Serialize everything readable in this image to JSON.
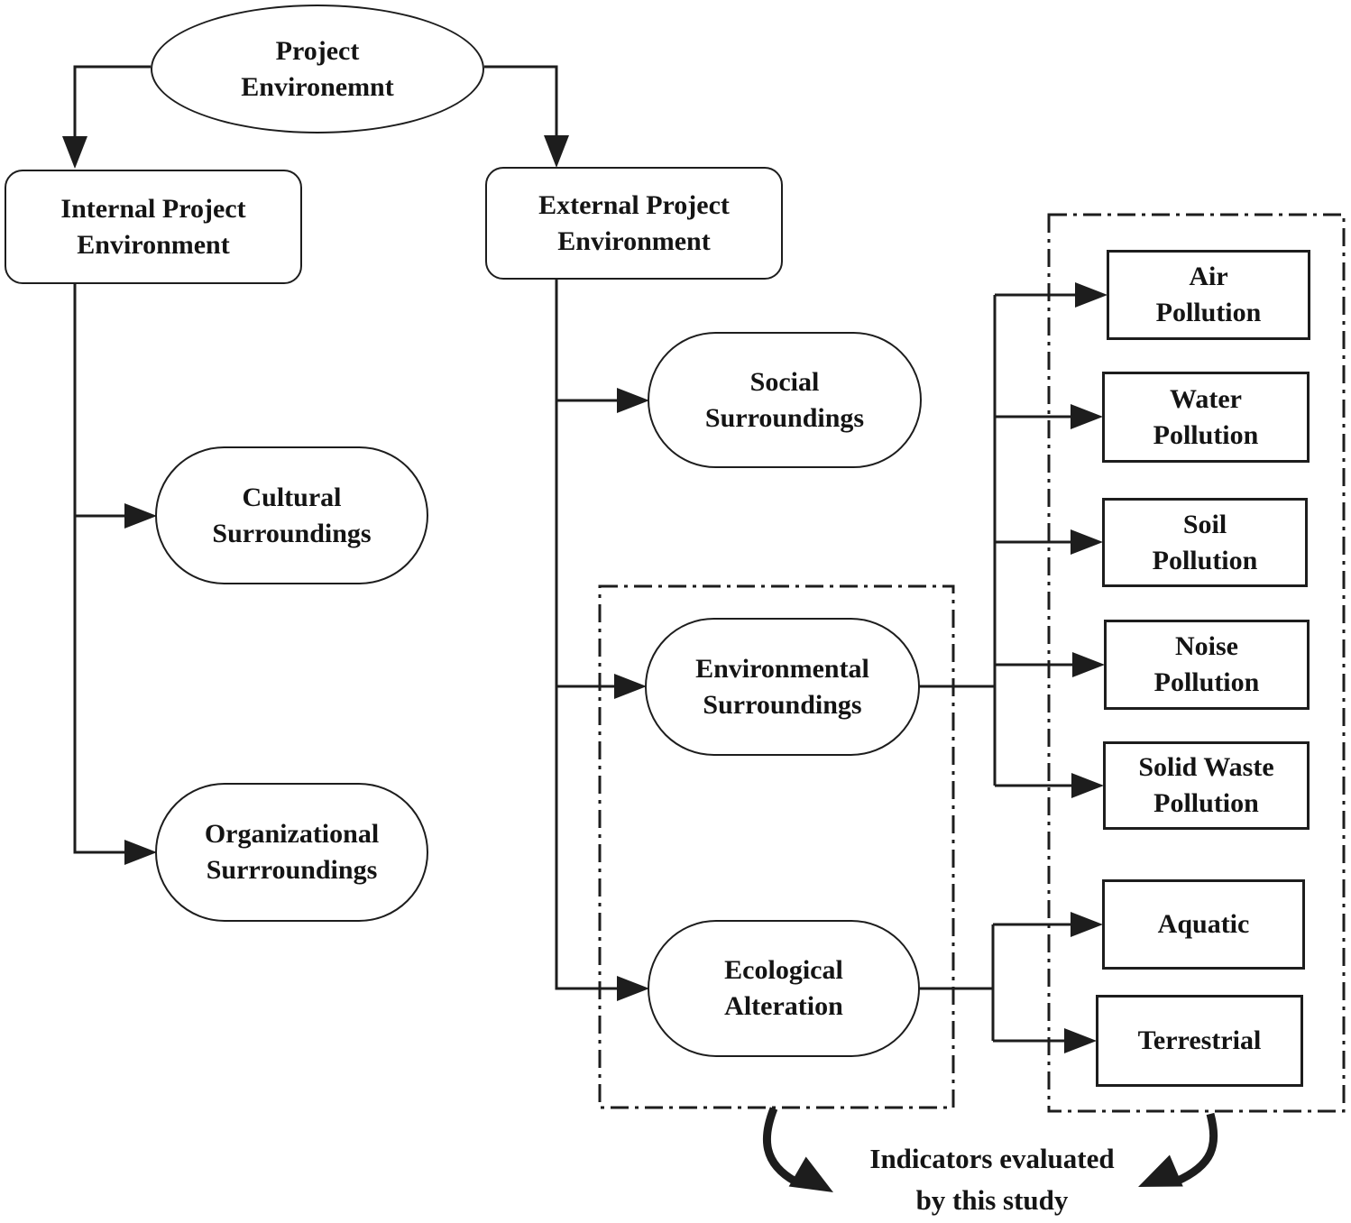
{
  "figure": {
    "type": "flow-diagram",
    "nodes": {
      "project_environment": {
        "label": "Project\nEnvironemnt"
      },
      "internal_project_environment": {
        "label": "Internal Project\nEnvironment"
      },
      "external_project_environment": {
        "label": "External Project\nEnvironment"
      },
      "cultural_surroundings": {
        "label": "Cultural\nSurroundings"
      },
      "organizational_surroundings": {
        "label": "Organizational\nSurrroundings"
      },
      "social_surroundings": {
        "label": "Social\nSurroundings"
      },
      "environmental_surroundings": {
        "label": "Environmental\nSurroundings"
      },
      "ecological_alteration": {
        "label": "Ecological\nAlteration"
      },
      "air_pollution": {
        "label": "Air\nPollution"
      },
      "water_pollution": {
        "label": "Water\nPollution"
      },
      "soil_pollution": {
        "label": "Soil\nPollution"
      },
      "noise_pollution": {
        "label": "Noise\nPollution"
      },
      "solid_waste_pollution": {
        "label": "Solid Waste\nPollution"
      },
      "aquatic": {
        "label": "Aquatic"
      },
      "terrestrial": {
        "label": "Terrestrial"
      }
    },
    "annotation": {
      "label": "Indicators evaluated\nby this study"
    },
    "colors": {
      "line": "#1d1d1d",
      "text": "#141414",
      "background": "#ffffff"
    }
  }
}
